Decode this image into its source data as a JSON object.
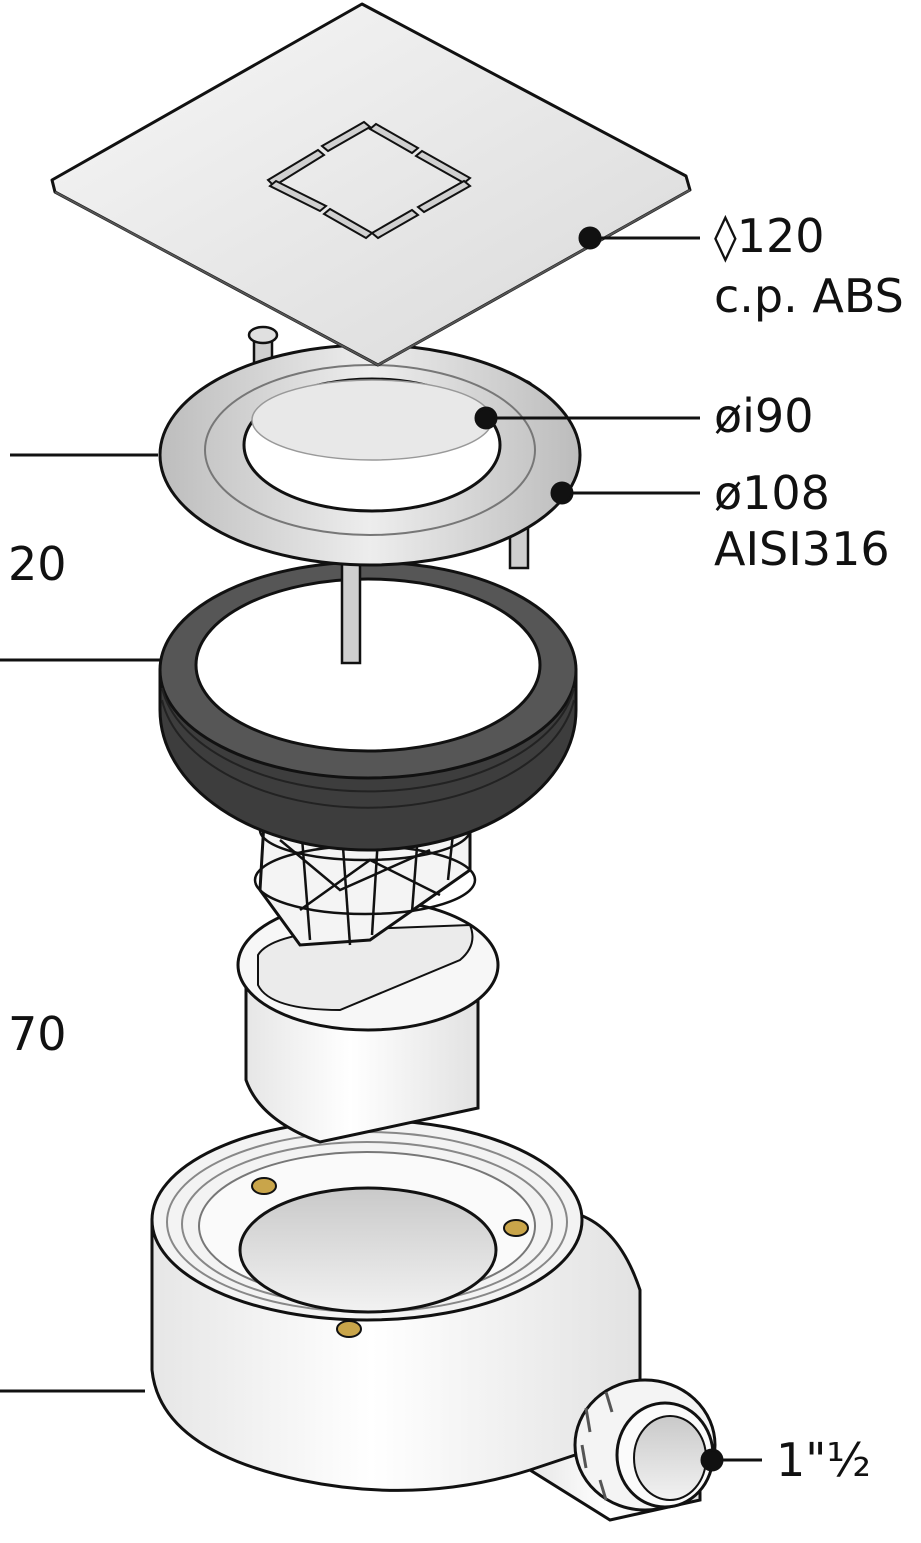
{
  "labels": {
    "grate_size": "◊120",
    "grate_material": "c.p. ABS",
    "ring_inner": "øi90",
    "ring_outer": "ø108",
    "ring_material": "AISI316",
    "outlet": "1\"½",
    "height_upper": "20",
    "height_lower": "70"
  },
  "colors": {
    "line": "#111111",
    "grate": "#ececec",
    "steel": "#d4d4d4",
    "gasket": "#4a4a4a",
    "body": "#f6f6f6",
    "brass": "#c9a54a"
  }
}
